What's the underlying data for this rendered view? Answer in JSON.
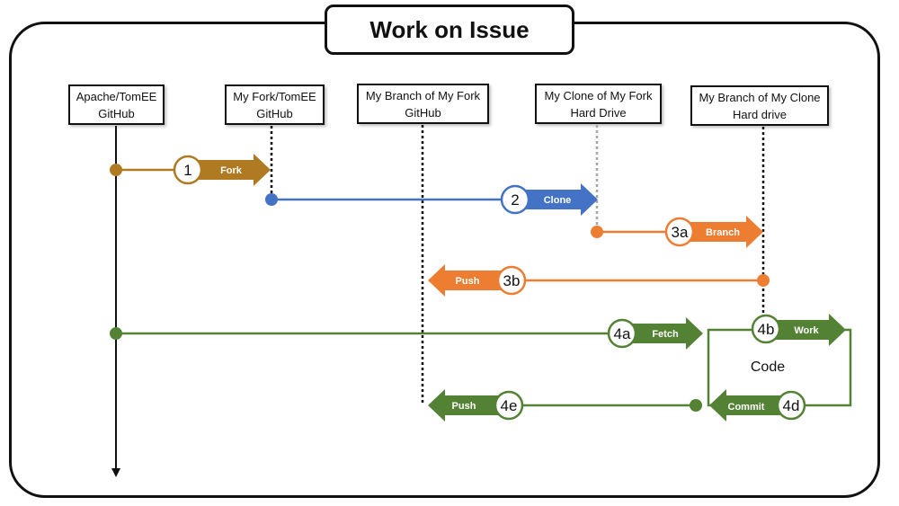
{
  "title": "Work on Issue",
  "lanes": [
    {
      "line1": "Apache/TomEE",
      "line2": "GitHub"
    },
    {
      "line1": "My Fork/TomEE",
      "line2": "GitHub"
    },
    {
      "line1": "My Branch of My Fork",
      "line2": "GitHub"
    },
    {
      "line1": "My Clone of My Fork",
      "line2": "Hard Drive"
    },
    {
      "line1": "My Branch of My Clone",
      "line2": "Hard drive"
    }
  ],
  "steps": [
    {
      "id": "1",
      "label": "Fork"
    },
    {
      "id": "2",
      "label": "Clone"
    },
    {
      "id": "3a",
      "label": "Branch"
    },
    {
      "id": "3b",
      "label": "Push"
    },
    {
      "id": "4a",
      "label": "Fetch"
    },
    {
      "id": "4b",
      "label": "Work"
    },
    {
      "id": "4d",
      "label": "Commit"
    },
    {
      "id": "4e",
      "label": "Push"
    }
  ],
  "code_label": "Code",
  "colors": {
    "fork": "#B07A22",
    "clone": "#4472C4",
    "branch": "#ED7D31",
    "work": "#548235",
    "outline": "#111111"
  }
}
